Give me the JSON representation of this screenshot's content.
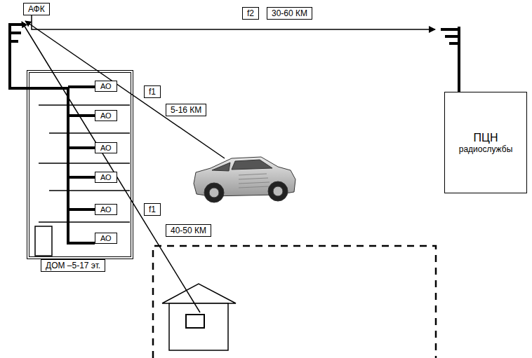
{
  "diagram": {
    "nodes": [
      {
        "text": [
          "АФК"
        ]
      },
      {
        "text": [
          "ДОМ –5-17 эт."
        ]
      },
      {
        "text": [
          "АО"
        ],
        "in": 1
      },
      {
        "text": [
          "АО"
        ],
        "in": 1
      },
      {
        "text": [
          "АО"
        ],
        "in": 1
      },
      {
        "text": [
          "АО"
        ],
        "in": 1
      },
      {
        "text": [
          "АО"
        ],
        "in": 1
      },
      {
        "text": [
          "АО"
        ],
        "in": 1
      },
      {
        "text": [
          "ПЦН",
          "радиослужбы"
        ]
      }
    ],
    "edges": [
      {
        "from": 0,
        "to": 8,
        "arrow": "to"
      }
    ],
    "labels": [
      "f2",
      "30-60 КМ",
      "f1",
      "5-16 КМ",
      "f1",
      "40-50 КМ"
    ]
  }
}
